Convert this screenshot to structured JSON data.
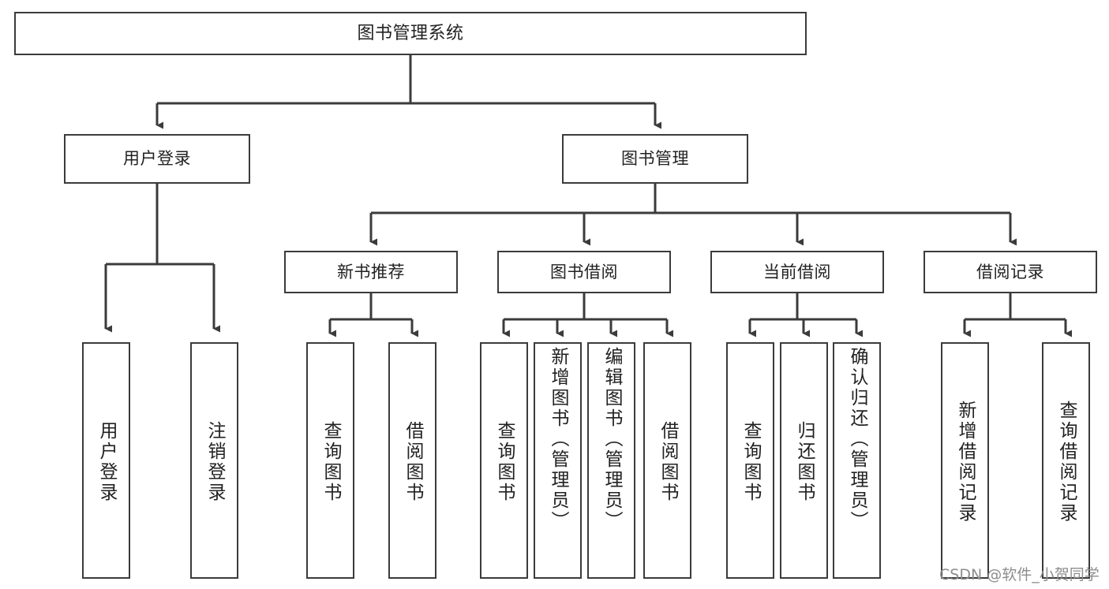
{
  "diagram": {
    "title": "图书管理系统",
    "type": "tree-hierarchy-chart",
    "background_color": "#ffffff",
    "line_color": "#3b3b3b",
    "box_border_color": "#3b3b3b",
    "text_color": "#222222"
  },
  "nodes": {
    "root": {
      "label": "图书管理系统"
    },
    "level2": [
      {
        "label": "用户登录"
      },
      {
        "label": "图书管理"
      }
    ],
    "level3": [
      {
        "label": "新书推荐"
      },
      {
        "label": "图书借阅"
      },
      {
        "label": "当前借阅"
      },
      {
        "label": "借阅记录"
      }
    ],
    "leaves": [
      {
        "label": "用户登录"
      },
      {
        "label": "注销登录"
      },
      {
        "label": "查询图书"
      },
      {
        "label": "借阅图书"
      },
      {
        "label": "查询图书"
      },
      {
        "label": "新增图书（管理员）"
      },
      {
        "label": "编辑图书（管理员）"
      },
      {
        "label": "借阅图书"
      },
      {
        "label": "查询图书"
      },
      {
        "label": "归还图书"
      },
      {
        "label": "确认归还（管理员）"
      },
      {
        "label": "新增借阅记录"
      },
      {
        "label": "查询借阅记录"
      }
    ]
  },
  "watermark": {
    "text": "CSDN @软件_小贺同学"
  }
}
